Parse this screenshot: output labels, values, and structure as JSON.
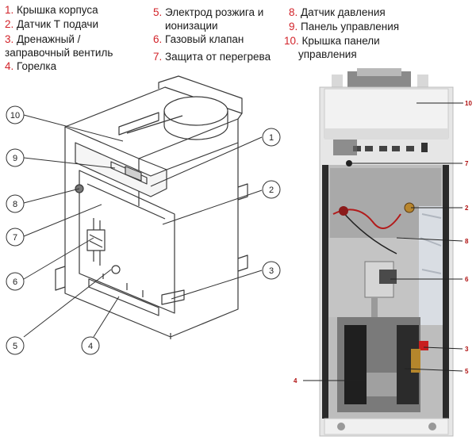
{
  "legend": [
    {
      "num": "1.",
      "text": "Крышка корпуса"
    },
    {
      "num": "2.",
      "text": "Датчик  Т подачи"
    },
    {
      "num": "3.",
      "text": "Дренажный /"
    },
    {
      "num": "",
      "text": "заправочный вентиль"
    },
    {
      "num": "4.",
      "text": "Горелка"
    },
    {
      "num": "5.",
      "text": "Электрод розжига и"
    },
    {
      "num": "",
      "text": "ионизации"
    },
    {
      "num": "6.",
      "text": "Газовый клапан"
    },
    {
      "num": "7.",
      "text": "Защита от перегрева"
    },
    {
      "num": "8.",
      "text": "Датчик давления"
    },
    {
      "num": "9.",
      "text": "Панель управления"
    },
    {
      "num": "10.",
      "text": "Крышка панели"
    },
    {
      "num": "",
      "text": "управления"
    }
  ],
  "drawing_callouts": [
    "1",
    "2",
    "3",
    "4",
    "5",
    "6",
    "7",
    "8",
    "9",
    "10"
  ],
  "photo_callouts": [
    "10",
    "7",
    "2",
    "8",
    "6",
    "3",
    "5",
    "4"
  ],
  "colors": {
    "legend_number": "#d2232a",
    "photo_label": "#b01010",
    "panel": "#e6e6e6"
  }
}
